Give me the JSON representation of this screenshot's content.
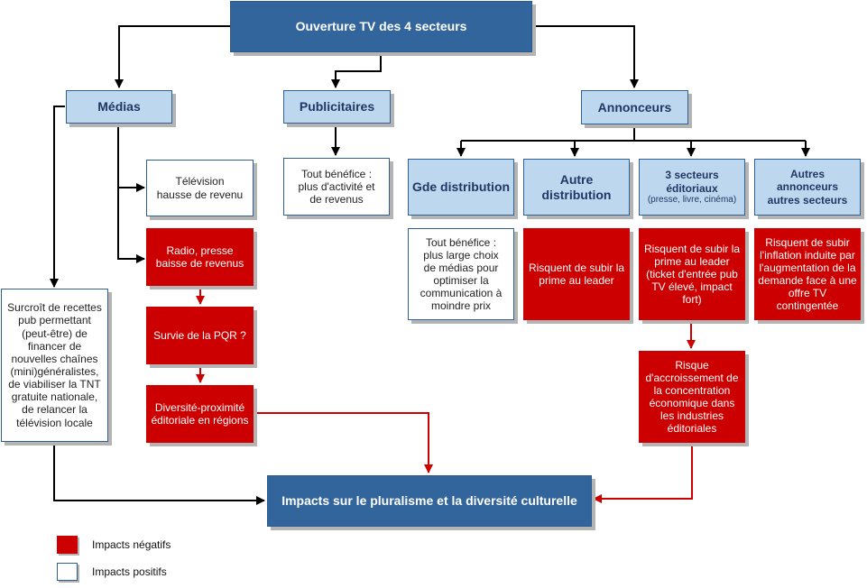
{
  "root": {
    "label": "Ouverture TV des 4 secteurs"
  },
  "sectors": {
    "medias": "Médias",
    "publicitaires": "Publicitaires",
    "annonceurs": "Annonceurs"
  },
  "medias_branch": {
    "television": [
      "Télévision",
      "hausse de revenu"
    ],
    "radio_presse": [
      "Radio, presse",
      "baisse de revenus"
    ],
    "survie_pqr": "Survie de la PQR ?",
    "diversite": [
      "Diversité-proximité",
      "éditoriale en régions"
    ],
    "surcroit": [
      "Surcroît de recettes",
      "pub permettant",
      "(peut-être) de",
      "financer de",
      "nouvelles chaînes",
      "(mini)généralistes,",
      "de viabiliser la TNT",
      "gratuite nationale,",
      "de relancer la",
      "télévision locale"
    ]
  },
  "publicitaires_branch": {
    "benefice": [
      "Tout bénéfice :",
      "plus d'activité et",
      "de revenus"
    ]
  },
  "annonceurs_branch": {
    "categories": [
      {
        "title": [
          "Gde distribution"
        ],
        "subtitle": ""
      },
      {
        "title": [
          "Autre",
          "distribution"
        ],
        "subtitle": ""
      },
      {
        "title": [
          "3 secteurs",
          "éditoriaux"
        ],
        "subtitle": "(presse, livre, cinéma)"
      },
      {
        "title": [
          "Autres",
          "annonceurs",
          "autres secteurs"
        ],
        "subtitle": ""
      }
    ],
    "impacts": [
      {
        "type": "positive",
        "lines": [
          "Tout bénéfice :",
          "plus large choix",
          "de médias pour",
          "optimiser la",
          "communication à",
          "moindre prix"
        ]
      },
      {
        "type": "negative",
        "lines": [
          "Risquent de subir la",
          "prime au leader"
        ]
      },
      {
        "type": "negative",
        "lines": [
          "Risquent de subir la",
          "prime au leader",
          "(ticket d'entrée pub",
          "TV élevé, impact",
          "fort)"
        ]
      },
      {
        "type": "negative",
        "lines": [
          "Risquent de subir",
          "l'inflation induite par",
          "l'augmentation de la",
          "demande face à une",
          "offre TV",
          "contingentée"
        ]
      }
    ],
    "concentration": [
      "Risque",
      "d'accroissement de",
      "la concentration",
      "économique dans",
      "les industries",
      "éditoriales"
    ]
  },
  "outcome": {
    "label": "Impacts sur le pluralisme et la diversité culturelle"
  },
  "legend": {
    "negative": "Impacts négatifs",
    "positive": "Impacts positifs"
  },
  "colors": {
    "dark_blue": "#31659c",
    "light_blue": "#bdd7ee",
    "negative_red": "#cc0000",
    "positive_white": "#ffffff",
    "connector_black": "#000000"
  }
}
